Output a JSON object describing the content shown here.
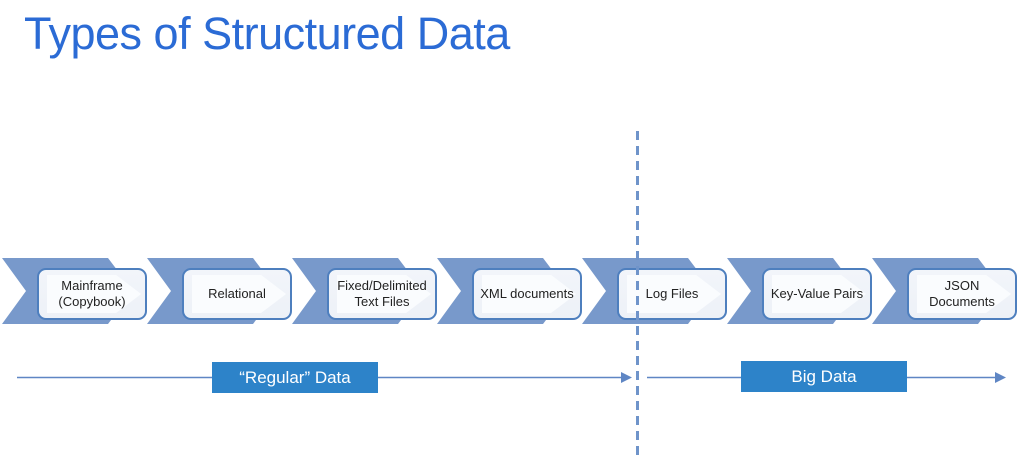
{
  "title": "Types of Structured Data",
  "flow": {
    "items": [
      {
        "label": "Mainframe\n(Copybook)"
      },
      {
        "label": "Relational"
      },
      {
        "label": "Fixed/Delimited\nText Files"
      },
      {
        "label": "XML documents"
      },
      {
        "label": "Log Files"
      },
      {
        "label": "Key-Value Pairs"
      },
      {
        "label": "JSON\nDocuments"
      }
    ]
  },
  "axis": {
    "left_label": "“Regular” Data",
    "right_label": "Big Data"
  },
  "colors": {
    "title_color": "#2b6bd5",
    "chevron_fill": "#7899cb",
    "box_border": "#4e7fbe",
    "box_bg": "#edf1f7",
    "label_box_bg": "#2d83c9",
    "line_color": "#5f86c4",
    "dashed_color": "#6f94ca"
  }
}
